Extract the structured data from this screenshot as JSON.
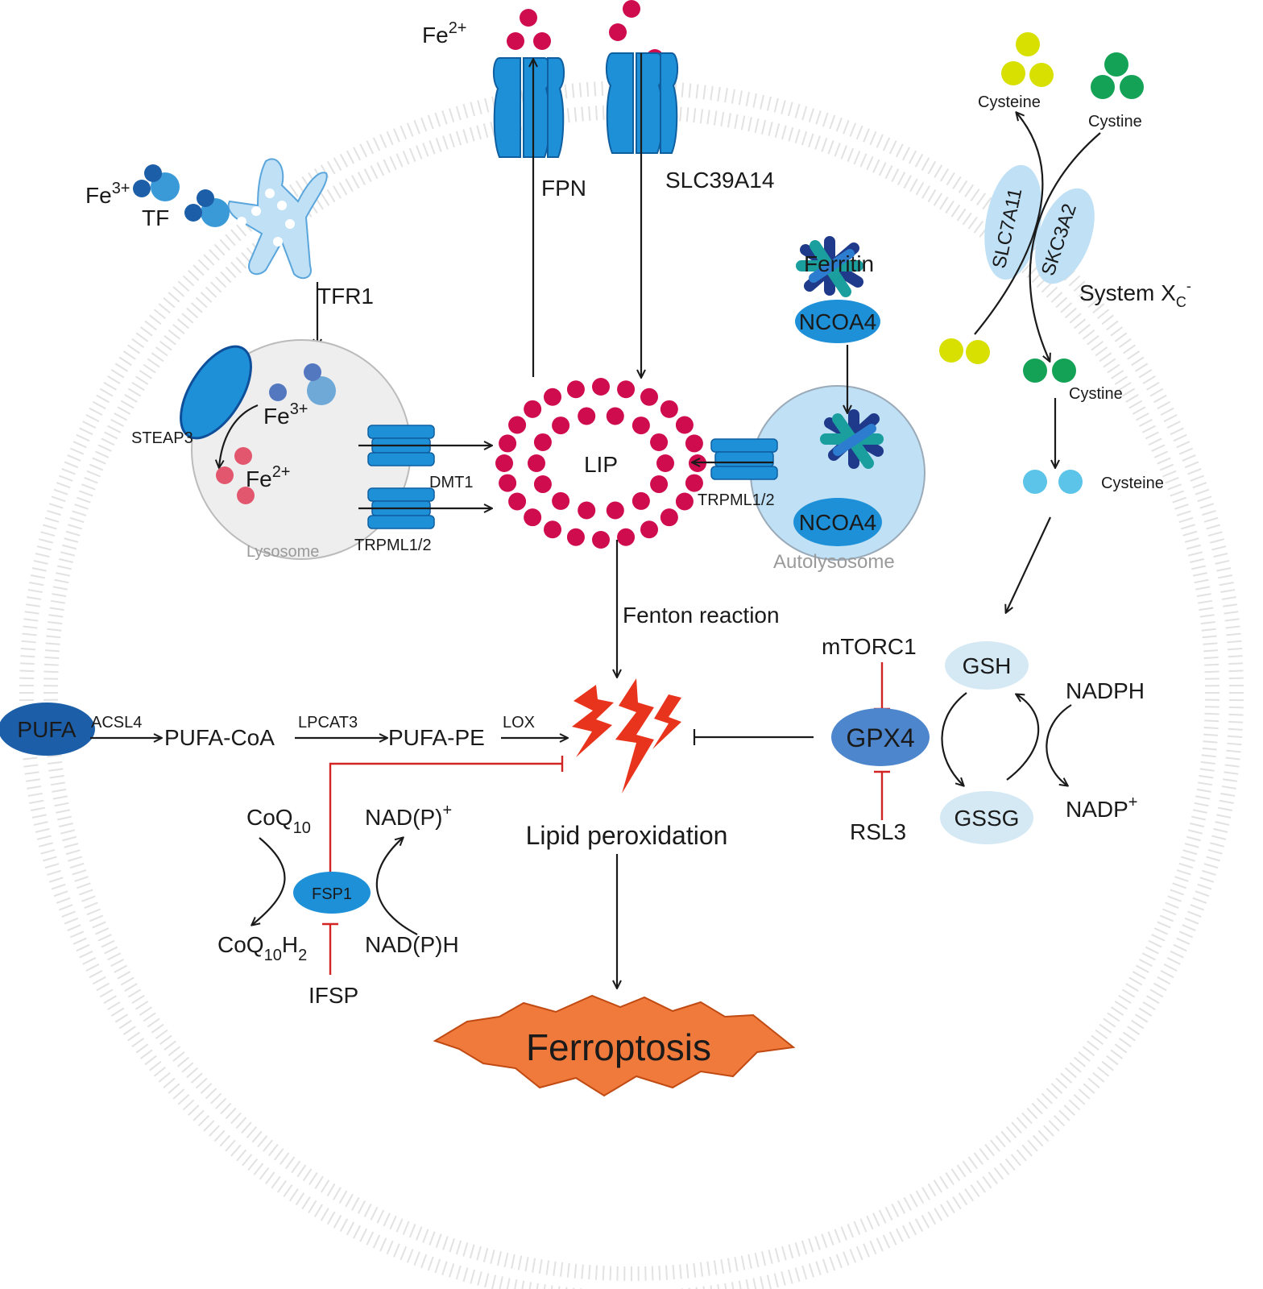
{
  "iron_import": {
    "fe3_label": "Fe",
    "fe3_sup": "3+",
    "tf_label": "TF",
    "tfr1_label": "TFR1"
  },
  "transporters": {
    "fe2_out_label": "Fe",
    "fe2_out_sup": "2+",
    "fpn_label": "FPN",
    "slc39a14_label": "SLC39A14"
  },
  "lysosome": {
    "steap3_label": "STEAP3",
    "fe3_label": "Fe",
    "fe3_sup": "3+",
    "fe2_label": "Fe",
    "fe2_sup": "2+",
    "dmt1_label": "DMT1",
    "trpml_label": "TRPML1/2",
    "lysosome_label": "Lysosome"
  },
  "lip": {
    "label": "LIP"
  },
  "autolysosome": {
    "ferritin_label": "Ferritin",
    "ncoa4_top_label": "NCOA4",
    "ncoa4_bottom_label": "NCOA4",
    "trpml_label": "TRPML1/2",
    "autolysosome_label": "Autolysosome"
  },
  "system_xc": {
    "cysteine_top_label": "Cysteine",
    "cystine_top_label": "Cystine",
    "slc7a11_label": "SLC7A11",
    "skc3a2_label": "SKC3A2",
    "system_label": "System X",
    "system_sub": "C",
    "system_sup": "-",
    "cystine_mid_label": "Cystine",
    "cysteine_mid_label": "Cysteine"
  },
  "gsh_cycle": {
    "mtorc1_label": "mTORC1",
    "gsh_label": "GSH",
    "nadph_label": "NADPH",
    "gpx4_label": "GPX4",
    "gssg_label": "GSSG",
    "nadp_label": "NADP",
    "nadp_sup": "+",
    "rsl3_label": "RSL3"
  },
  "lipid_pathway": {
    "fenton_label": "Fenton reaction",
    "pufa_label": "PUFA",
    "acsl4_label": "ACSL4",
    "pufa_coa_label": "PUFA-CoA",
    "lpcat3_label": "LPCAT3",
    "pufa_pe_label": "PUFA-PE",
    "lox_label": "LOX",
    "lipid_perox_label": "Lipid peroxidation"
  },
  "fsp1_axis": {
    "coq10_label": "CoQ",
    "coq10_sub": "10",
    "nadp_label": "NAD(P)",
    "nadp_sup": "+",
    "fsp1_label": "FSP1",
    "coq10h2_label": "CoQ",
    "coq10h2_sub": "10",
    "coq10h2_h": "H",
    "coq10h2_sub2": "2",
    "nadph_label": "NAD(P)H",
    "ifsp_label": "IFSP"
  },
  "outcome": {
    "ferroptosis_label": "Ferroptosis"
  },
  "colors": {
    "iron_red": "#cf0c4e",
    "transporter_blue": "#1e90d8",
    "dark_blue": "#1c5fa8",
    "light_blue": "#bfe0f5",
    "gpx4_blue": "#4d86cc",
    "gsh_bubble": "#d4e9f4",
    "inhibit_red": "#d32424",
    "ferroptosis_orange": "#f07a3c",
    "lightning_red": "#e8341c",
    "cysteine_yellow": "#d7e000",
    "cystine_green": "#14a356",
    "cysteine_cyan": "#5cc4e8",
    "membrane_gray": "#e2e2e2"
  }
}
